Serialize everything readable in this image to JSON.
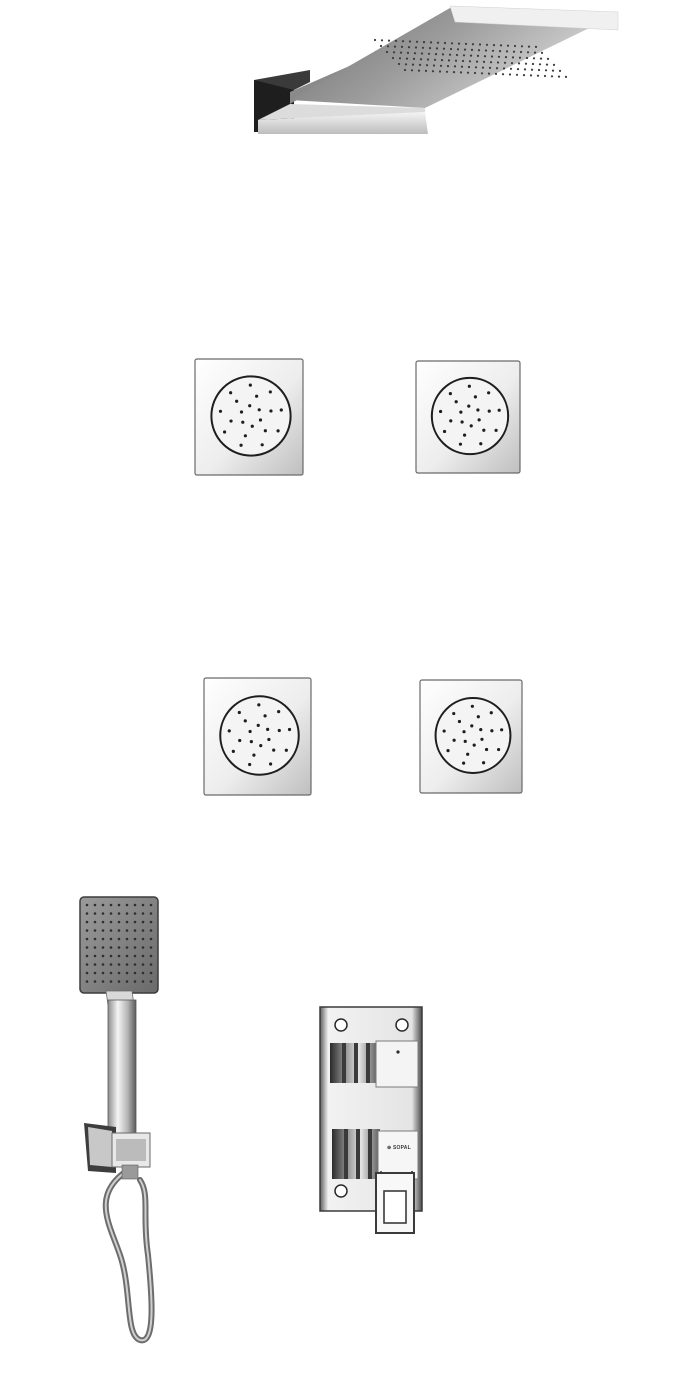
{
  "products": [
    {
      "id": "rain-shower",
      "icon": "waterfall-shower-head-icon"
    },
    {
      "id": "body-jet-1",
      "icon": "body-jet-icon"
    },
    {
      "id": "body-jet-2",
      "icon": "body-jet-icon"
    },
    {
      "id": "body-jet-3",
      "icon": "body-jet-icon"
    },
    {
      "id": "body-jet-4",
      "icon": "body-jet-icon"
    },
    {
      "id": "hand-shower",
      "icon": "hand-shower-icon"
    },
    {
      "id": "concealed-mixer",
      "icon": "diverter-mixer-icon"
    }
  ],
  "mixer": {
    "brand_text": "⊕ SOPAL"
  },
  "colors": {
    "chrome_light": "#f2f2f2",
    "chrome_mid": "#9a9a9a",
    "chrome_dark": "#3c3c3c",
    "background": "#ffffff"
  }
}
